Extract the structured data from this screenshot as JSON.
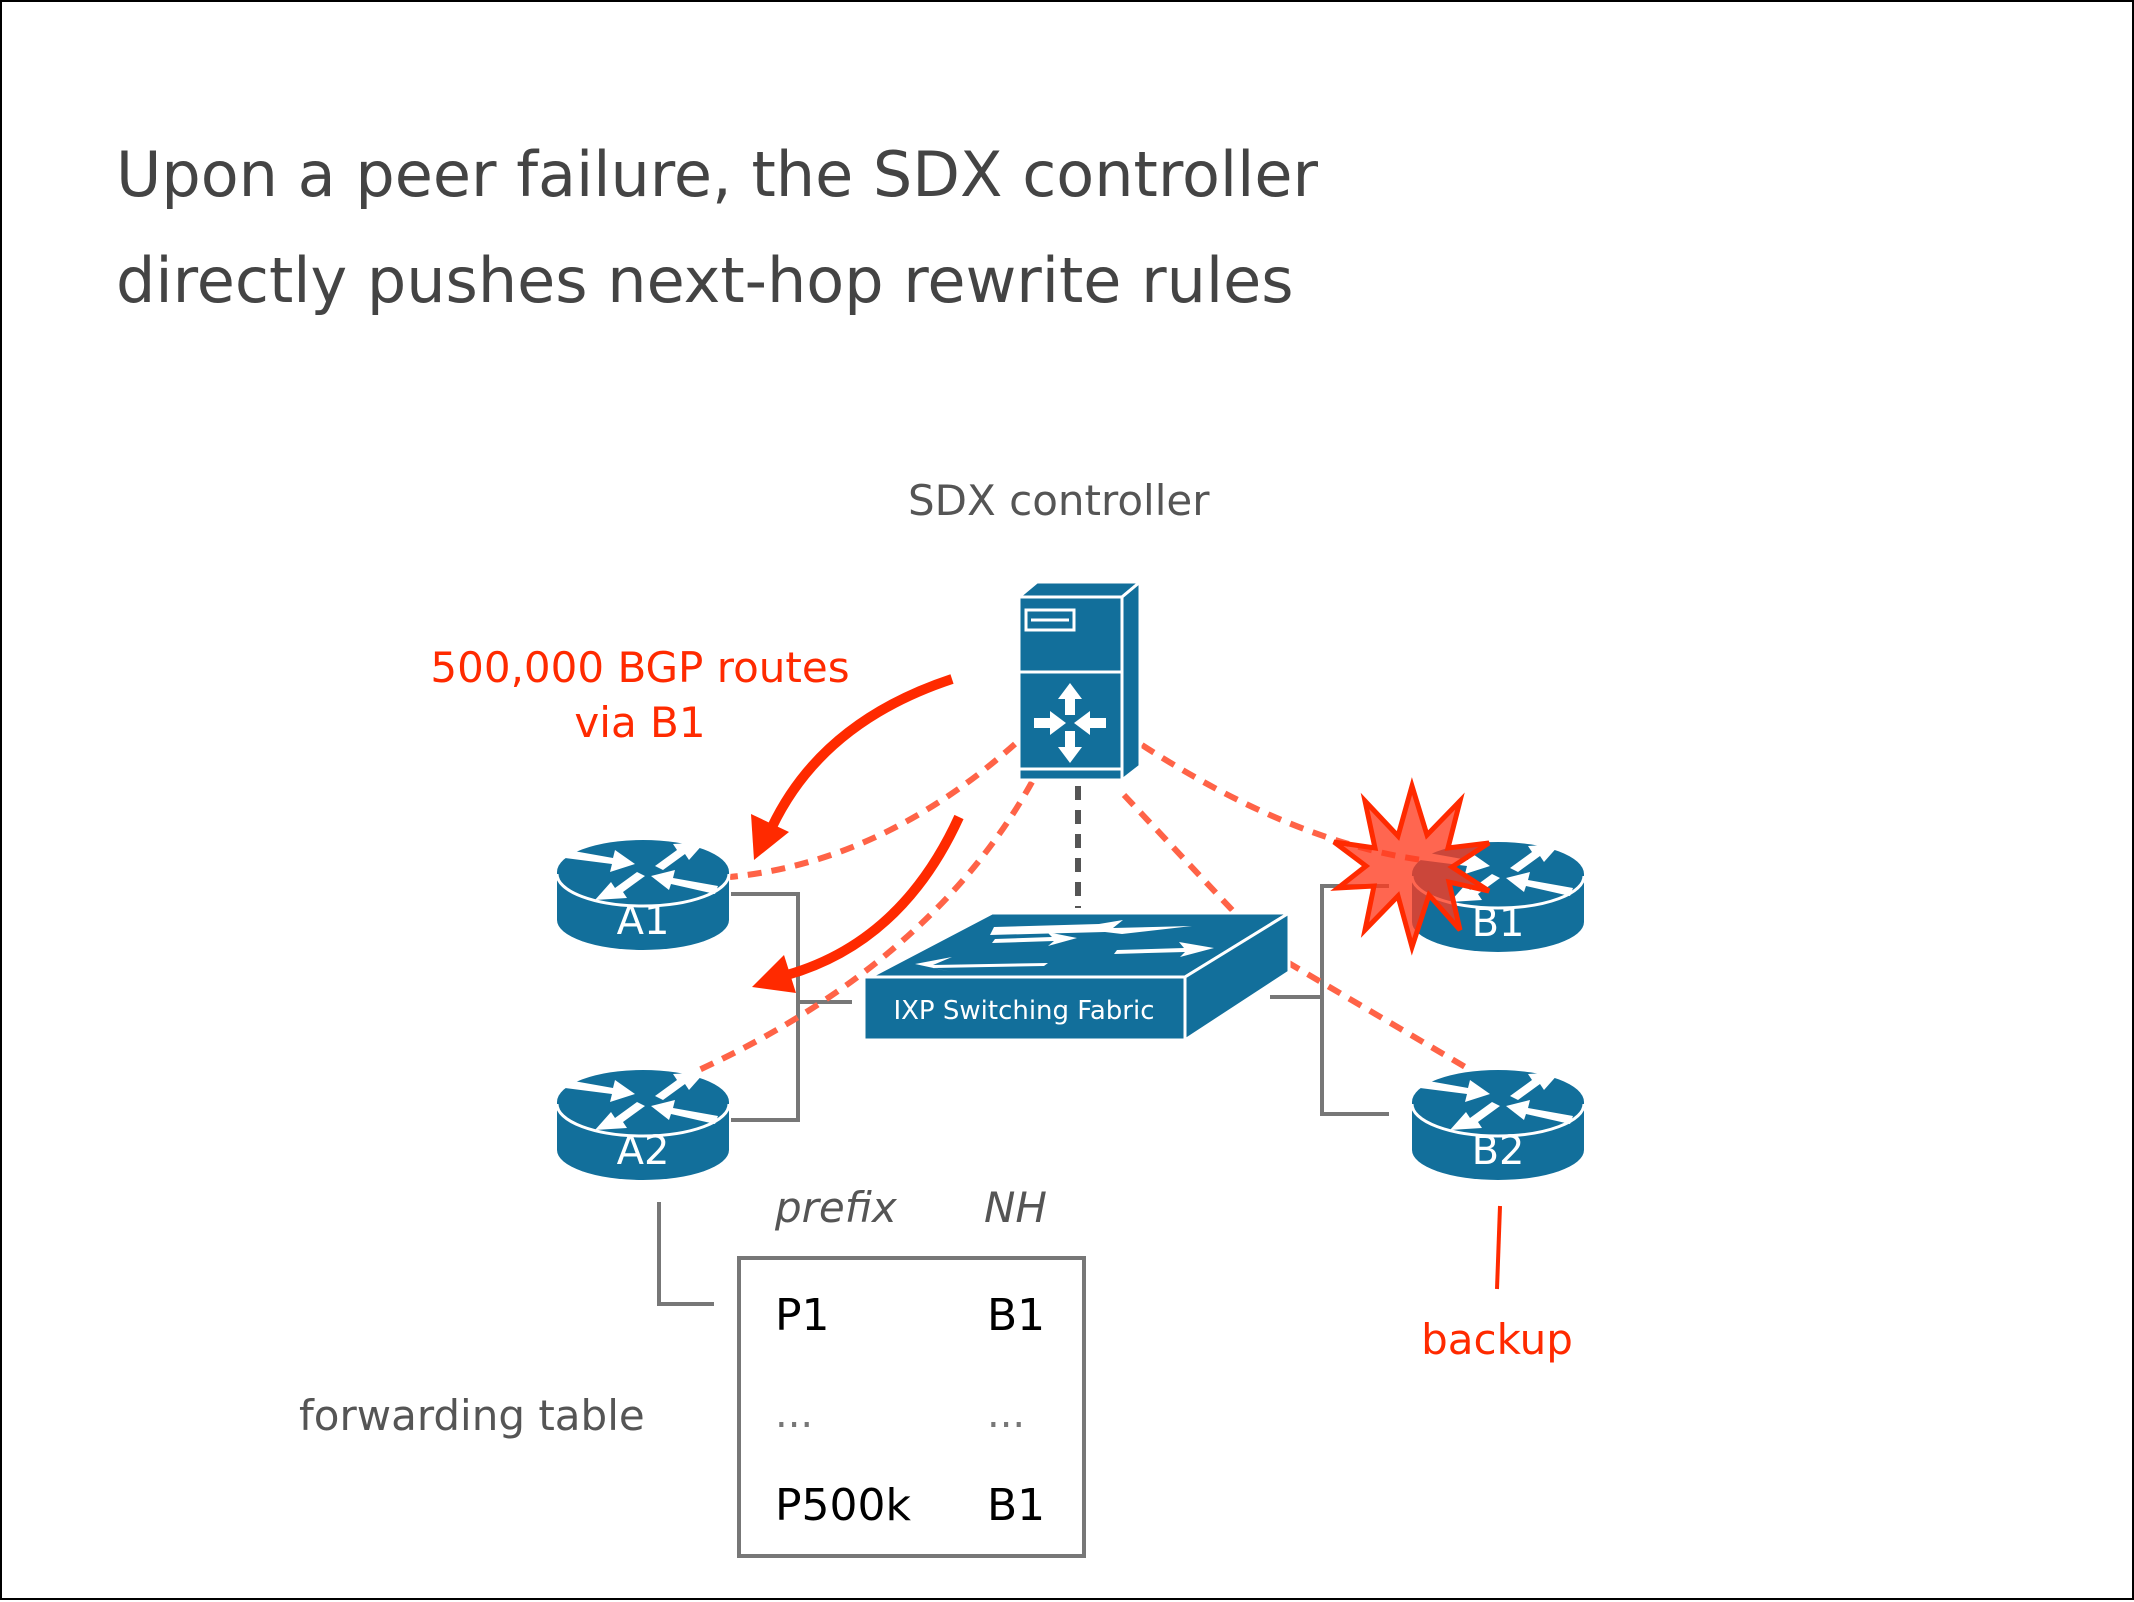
{
  "slide": {
    "title_lines": [
      "Upon a peer failure, the SDX controller",
      "directly pushes next-hop rewrite rules"
    ]
  },
  "diagram": {
    "controller": {
      "label": "SDX controller",
      "icon": "server-icon"
    },
    "annotation": {
      "lines": [
        "500,000 BGP routes",
        "via B1"
      ],
      "color": "#ff2a00"
    },
    "switch": {
      "label": "IXP Switching Fabric",
      "icon": "switch-icon"
    },
    "routers": [
      {
        "id": "A1",
        "label": "A1",
        "icon": "router-icon"
      },
      {
        "id": "A2",
        "label": "A2",
        "icon": "router-icon"
      },
      {
        "id": "B1",
        "label": "B1",
        "icon": "router-icon",
        "status": "failed"
      },
      {
        "id": "B2",
        "label": "B2",
        "icon": "router-icon"
      }
    ],
    "failure_marker": {
      "icon": "explosion-icon",
      "target": "B1"
    },
    "backup_label": "backup",
    "forwarding_table": {
      "caption": "forwarding table",
      "columns": [
        "prefix",
        "NH"
      ],
      "rows": [
        [
          "P1",
          "B1"
        ],
        [
          "...",
          "..."
        ],
        [
          "P500k",
          "B1"
        ]
      ]
    },
    "colors": {
      "device_blue": "#126f9b",
      "accent_red": "#ff2a00",
      "control_dash": "#ff6347",
      "link_gray": "#777777"
    }
  }
}
